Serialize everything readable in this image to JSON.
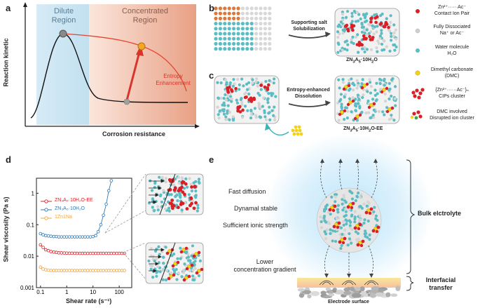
{
  "panels": {
    "a": "a",
    "b": "b",
    "c": "c",
    "d": "d",
    "e": "e"
  },
  "panel_a": {
    "ylabel": "Reaction kinetic",
    "xlabel": "Corrosion resistance",
    "dilute_region": [
      "Dilute",
      "Region"
    ],
    "concentrated_region": [
      "Concentrated",
      "Region"
    ],
    "entropy": [
      "Entropy",
      "Enhancement"
    ],
    "colors": {
      "dilute_bg": "#cfe6f3",
      "conc_bg_start": "#fbe3d8",
      "conc_bg_end": "#e9a48a",
      "arrow": "#d9342b",
      "curve": "#000000",
      "red_curve": "#e8422f",
      "dot_gray": "#8a8a8a",
      "dot_orange": "#f5a623"
    }
  },
  "panel_b": {
    "arrow_label": [
      "Supporting salt",
      "Solubilization"
    ],
    "formula_sub": "ZN",
    "formula_sub2": "3",
    "formula_mid": "A",
    "formula_sub3": "5",
    "formula_end": "·10H",
    "formula_sub4": "2",
    "formula_tail": "O"
  },
  "panel_c": {
    "arrow_label": [
      "Entropy-enhanced",
      "Dissolution"
    ],
    "formula_sub": "ZN",
    "formula_sub2": "3",
    "formula_mid": "A",
    "formula_sub3": "5",
    "formula_end": "·10H",
    "formula_sub4": "2",
    "formula_tail": "O-EE"
  },
  "legend": {
    "items": [
      {
        "line1": "Zn²⁺······Ac⁻",
        "line2": "Contact Ion Pair",
        "color": "#d92027"
      },
      {
        "line1": "Fully Dissociated",
        "line2": "Na⁺ or Ac⁻",
        "color": "#d0d0d0"
      },
      {
        "line1": "Water molecule",
        "line2": "H₂O",
        "color": "#5bbcc4"
      },
      {
        "line1": "Dimethyl carbonate",
        "line2": "(DMC)",
        "color": "#f3d21c"
      },
      {
        "line1": "{Zn²⁺······Ac⁻}ₙ",
        "line2": "CIPs cluster",
        "color": "#d92027"
      },
      {
        "line1": "DMC involved",
        "line2": "Disrupted ion cluster",
        "color": "#d92027"
      }
    ]
  },
  "panel_d": {
    "ylabel": "Shear viscosity (Pa s)",
    "xlabel": "Shear rate (s⁻¹)",
    "legend": [
      {
        "name": "ZN₃A₅·10H₂O-EE",
        "color": "#d92027"
      },
      {
        "name": "ZN₃A₅·10H₂O",
        "color": "#2e78b7"
      },
      {
        "name": "1Zn1Na",
        "color": "#f3a43b"
      }
    ]
  },
  "panel_e": {
    "left_text": [
      "Fast diffusion",
      "Dynamal stable",
      "Sufficient ionic strength"
    ],
    "lower_text": [
      "Lower",
      "concentration gradient"
    ],
    "bulk": "Bulk elctrolyte",
    "interfacial": [
      "Interfacial",
      "transfer"
    ],
    "electrode": "Electrode surface"
  },
  "chart_data": {
    "type": "scatter",
    "title": "",
    "xlabel": "Shear rate (s⁻¹)",
    "ylabel": "Shear viscosity (Pa s)",
    "xscale": "log",
    "yscale": "log",
    "xlim": [
      0.07,
      300
    ],
    "ylim": [
      0.001,
      3
    ],
    "xticks": [
      0.1,
      1,
      10,
      100
    ],
    "xtick_labels": [
      "0.1",
      "1",
      "10",
      "100"
    ],
    "yticks": [
      0.001,
      0.01,
      0.1,
      1
    ],
    "ytick_labels": [
      "0.001",
      "0.01",
      "0.1",
      "1"
    ],
    "legend_position": "top-left",
    "series": [
      {
        "name": "ZN₃A₅·10H₂O-EE",
        "color": "#d92027",
        "x": [
          0.1,
          0.126,
          0.158,
          0.2,
          0.25,
          0.32,
          0.4,
          0.5,
          0.63,
          0.8,
          1,
          1.26,
          1.58,
          2,
          2.5,
          3.2,
          4,
          5,
          6.3,
          8,
          10,
          12.6,
          15.8,
          20,
          25,
          32,
          40,
          50,
          63,
          80,
          100,
          126,
          158
        ],
        "y": [
          0.023,
          0.019,
          0.016,
          0.015,
          0.014,
          0.0135,
          0.0132,
          0.0128,
          0.0127,
          0.0126,
          0.0125,
          0.0124,
          0.0124,
          0.0124,
          0.0123,
          0.0123,
          0.0123,
          0.0123,
          0.0123,
          0.0123,
          0.0123,
          0.0123,
          0.0123,
          0.0123,
          0.0123,
          0.0123,
          0.0123,
          0.0123,
          0.0123,
          0.0123,
          0.0123,
          0.0123,
          0.0123
        ]
      },
      {
        "name": "ZN₃A₅·10H₂O",
        "color": "#2e78b7",
        "x": [
          0.1,
          0.126,
          0.158,
          0.2,
          0.25,
          0.32,
          0.4,
          0.5,
          0.63,
          0.8,
          1,
          1.26,
          1.58,
          2,
          2.5,
          3.2,
          4,
          5,
          6.3,
          8,
          10,
          12.6,
          15.8,
          20,
          25,
          32,
          40,
          50
        ],
        "y": [
          0.052,
          0.048,
          0.045,
          0.044,
          0.043,
          0.042,
          0.042,
          0.041,
          0.041,
          0.041,
          0.041,
          0.041,
          0.041,
          0.041,
          0.041,
          0.041,
          0.041,
          0.041,
          0.041,
          0.041,
          0.042,
          0.045,
          0.06,
          0.1,
          0.2,
          0.45,
          1.2,
          2.5
        ]
      },
      {
        "name": "1Zn1Na",
        "color": "#f3a43b",
        "x": [
          0.1,
          0.126,
          0.158,
          0.2,
          0.25,
          0.32,
          0.4,
          0.5,
          0.63,
          0.8,
          1,
          1.26,
          1.58,
          2,
          2.5,
          3.2,
          4,
          5,
          6.3,
          8,
          10,
          12.6,
          15.8,
          20,
          25,
          32,
          40,
          50,
          63,
          80,
          100,
          126,
          158
        ],
        "y": [
          0.0045,
          0.0039,
          0.0037,
          0.0036,
          0.0035,
          0.0035,
          0.0035,
          0.0035,
          0.0035,
          0.0035,
          0.0035,
          0.0035,
          0.0035,
          0.0035,
          0.0035,
          0.0035,
          0.0035,
          0.0035,
          0.0035,
          0.0035,
          0.0035,
          0.0035,
          0.0035,
          0.0035,
          0.0035,
          0.0035,
          0.0035,
          0.0035,
          0.0035,
          0.0035,
          0.0035,
          0.0035,
          0.0035
        ]
      }
    ]
  }
}
